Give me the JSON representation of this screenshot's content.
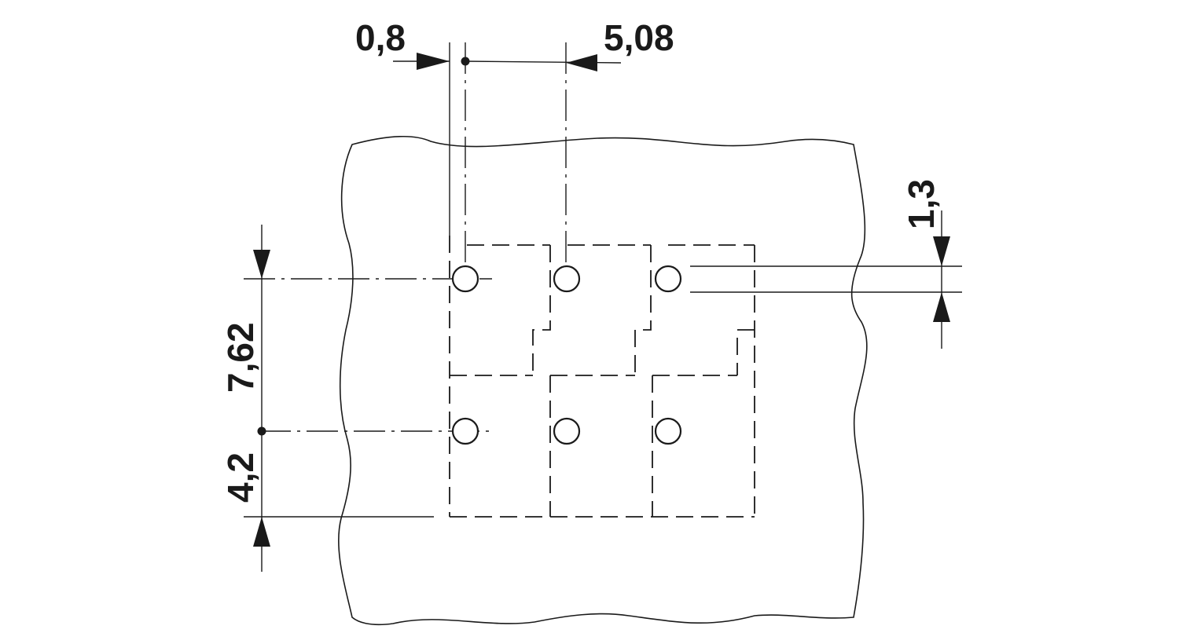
{
  "dimensions": {
    "pin_diameter": "0,8",
    "pitch": "5,08",
    "hole_diameter": "1,3",
    "row_spacing": "7,62",
    "edge_distance": "4,2"
  }
}
